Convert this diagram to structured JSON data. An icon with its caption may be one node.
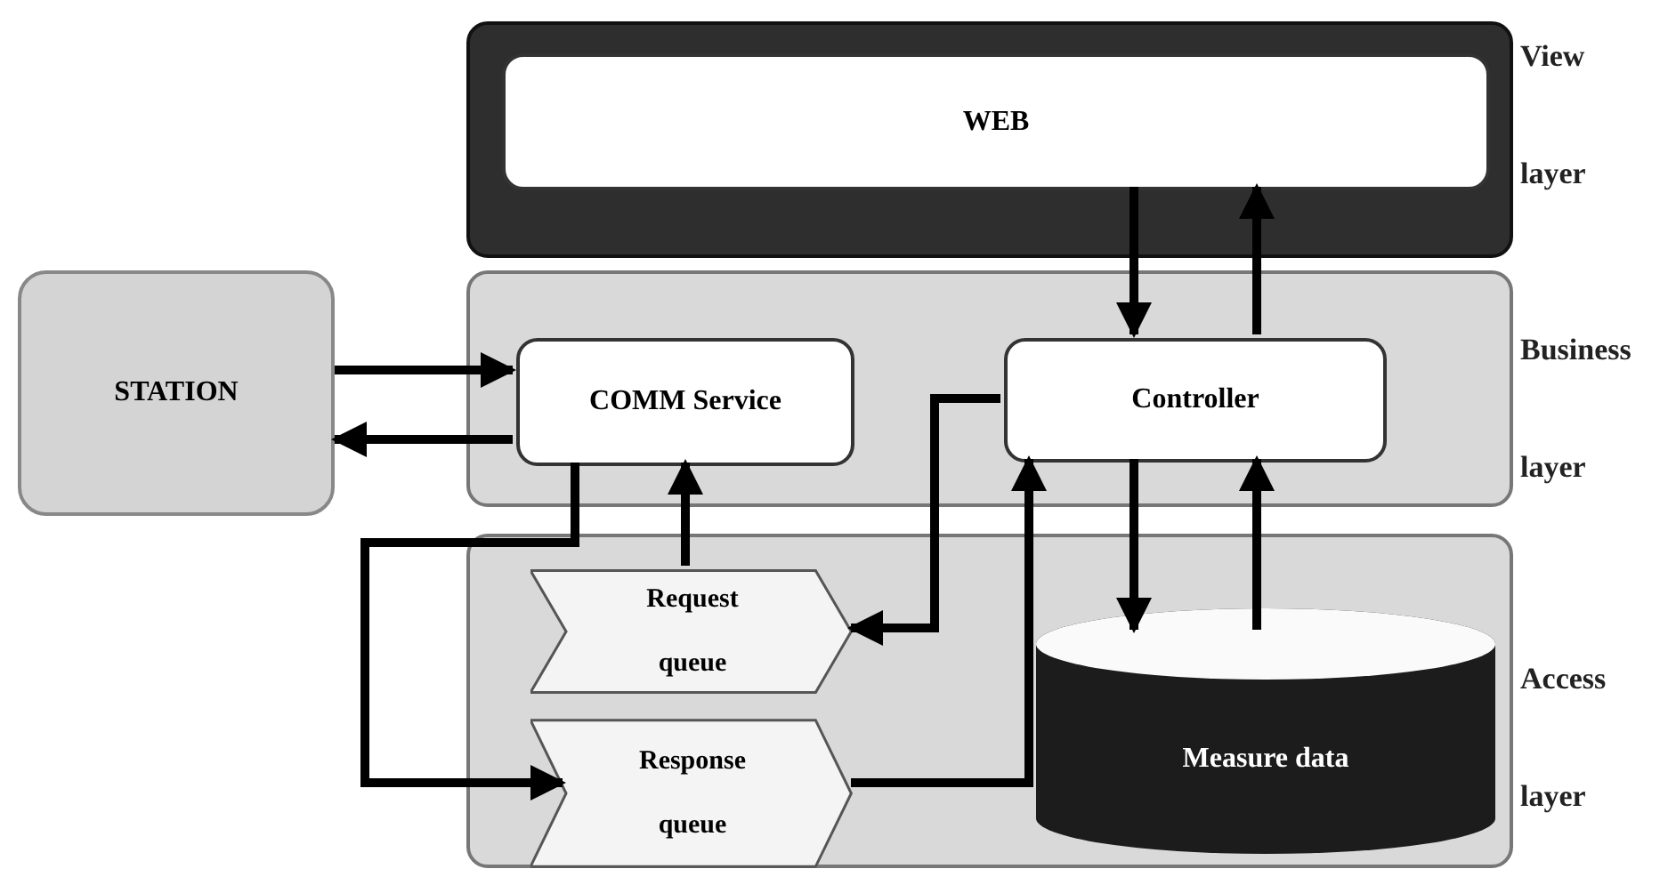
{
  "diagram": {
    "nodes": [
      {
        "text": [
          "View layer"
        ]
      },
      {
        "text": [
          "WEB"
        ],
        "in": 0
      },
      {
        "text": [
          "Business layer"
        ]
      },
      {
        "text": [
          "COMM Service"
        ],
        "in": 2
      },
      {
        "text": [
          "Controller"
        ],
        "in": 2
      },
      {
        "text": [
          "Access layer"
        ]
      },
      {
        "text": [
          "Request queue"
        ],
        "in": 5
      },
      {
        "text": [
          "Response queue"
        ],
        "in": 5
      },
      {
        "text": [
          "Measure data"
        ],
        "in": 5
      },
      {
        "text": [
          "STATION"
        ]
      }
    ],
    "edges": [
      {
        "from": 1,
        "to": 4,
        "arrow": "to"
      },
      {
        "from": 4,
        "to": 1,
        "arrow": "to"
      },
      {
        "from": 9,
        "to": 3,
        "arrow": "to"
      },
      {
        "from": 3,
        "to": 9,
        "arrow": "to"
      },
      {
        "from": 3,
        "to": 7,
        "arrow": "to"
      },
      {
        "from": 6,
        "to": 3,
        "arrow": "to"
      },
      {
        "from": 4,
        "to": 6,
        "arrow": "to"
      },
      {
        "from": 7,
        "to": 4,
        "arrow": "to"
      },
      {
        "from": 4,
        "to": 8,
        "arrow": "to"
      },
      {
        "from": 8,
        "to": 4,
        "arrow": "to"
      }
    ]
  }
}
